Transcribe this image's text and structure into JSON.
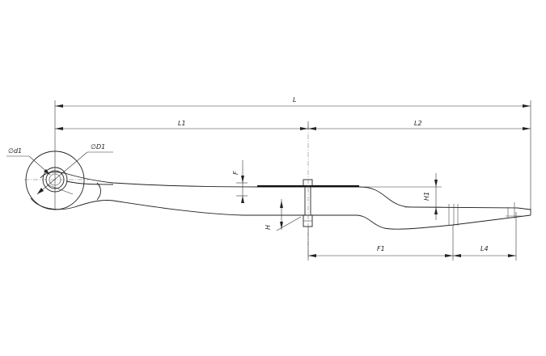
{
  "labels": {
    "L": "L",
    "L1": "L1",
    "L2": "L2",
    "F1": "F1",
    "L4": "L4",
    "H1": "H1",
    "H": "H",
    "F": "F",
    "d1": "∅d1",
    "D1": "∅D1"
  }
}
